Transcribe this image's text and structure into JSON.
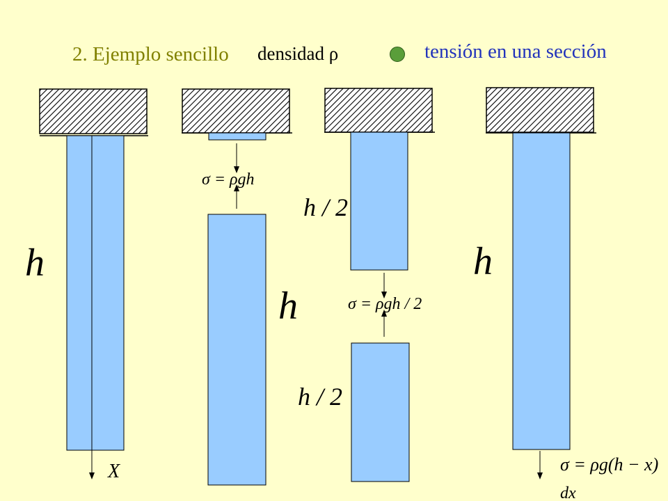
{
  "slide": {
    "title": "2. Ejemplo sencillo",
    "density_label": "densidad ρ",
    "bullet_text": "tensión en una sección"
  },
  "diagram": {
    "bar1": {
      "height_label": "h",
      "axis_label": "X"
    },
    "bar2": {
      "stress_formula": "σ = ρgh",
      "height_label": "h"
    },
    "bar3": {
      "upper_label": "h / 2",
      "stress_formula": "σ = ρgh / 2",
      "lower_label": "h / 2"
    },
    "bar4": {
      "height_label": "h",
      "stress_formula": "σ = ρg(h − x)",
      "dx_label": "dx"
    }
  },
  "colors": {
    "background": "#ffffcc",
    "bar_fill": "#99ccff",
    "title": "#808000",
    "bullet_text": "#2233bb",
    "bullet_dot": "#5a9e3a"
  }
}
